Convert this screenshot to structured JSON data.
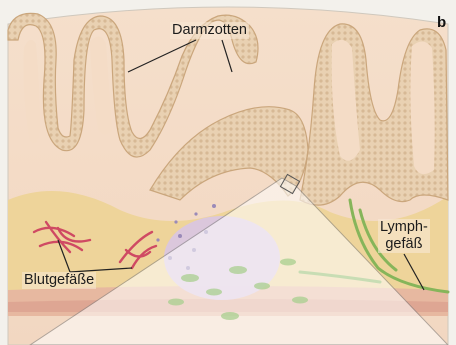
{
  "panel_letter": "b",
  "labels": {
    "villi": "Darmzotten",
    "blood_vessels": "Blutgefäße",
    "lymph_vessel_line1": "Lymph-",
    "lymph_vessel_line2": "gefäß"
  },
  "colors": {
    "tissue_background": "#f6e2cf",
    "villus_epithelium": "#e7cfae",
    "submucosa": "#efd592",
    "lymph_follicle": "#d7c4e2",
    "blood_vessel": "#cf4a63",
    "lymph_vessel": "#86b55a",
    "magnifier_overlay": "#ffffff"
  }
}
